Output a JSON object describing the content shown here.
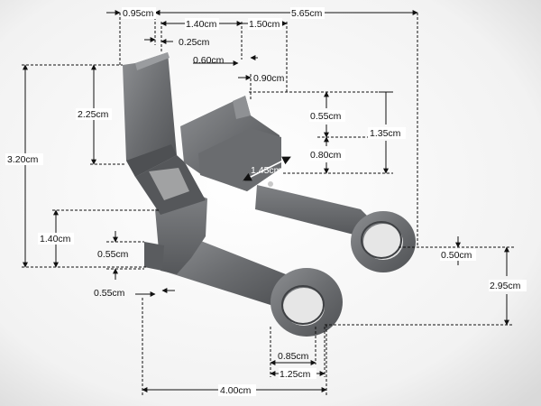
{
  "diagram": {
    "subject": "part-drawing",
    "dimensions": [
      {
        "id": "top-095",
        "text": "0.95cm"
      },
      {
        "id": "top-565",
        "text": "5.65cm"
      },
      {
        "id": "top-140",
        "text": "1.40cm"
      },
      {
        "id": "top-150",
        "text": "1.50cm"
      },
      {
        "id": "w-025",
        "text": "0.25cm"
      },
      {
        "id": "w-060",
        "text": "0.60cm"
      },
      {
        "id": "w-090",
        "text": "0.90cm"
      },
      {
        "id": "h-225",
        "text": "2.25cm"
      },
      {
        "id": "h-320",
        "text": "3.20cm"
      },
      {
        "id": "h-055-top",
        "text": "0.55cm"
      },
      {
        "id": "h-135",
        "text": "1.35cm"
      },
      {
        "id": "h-080",
        "text": "0.80cm"
      },
      {
        "id": "w-145",
        "text": "1.45cm"
      },
      {
        "id": "h-140",
        "text": "1.40cm"
      },
      {
        "id": "h-055-left",
        "text": "0.55cm"
      },
      {
        "id": "w-055-bottom",
        "text": "0.55cm"
      },
      {
        "id": "h-050",
        "text": "0.50cm"
      },
      {
        "id": "h-295",
        "text": "2.95cm"
      },
      {
        "id": "w-085",
        "text": "0.85cm"
      },
      {
        "id": "w-125",
        "text": "1.25cm"
      },
      {
        "id": "w-400",
        "text": "4.00cm"
      }
    ]
  },
  "colors": {
    "background": "#ffffff",
    "part_body": "#6b6d70",
    "part_dark": "#4e5053",
    "part_light": "#8a8c8f",
    "dimension_line": "#111111"
  }
}
